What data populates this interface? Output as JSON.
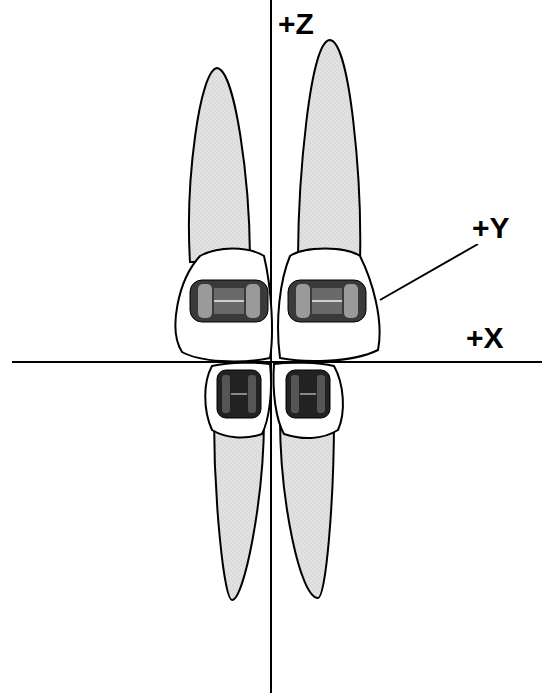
{
  "diagram": {
    "labels": [
      "+Z",
      "+Y",
      "+X"
    ]
  }
}
